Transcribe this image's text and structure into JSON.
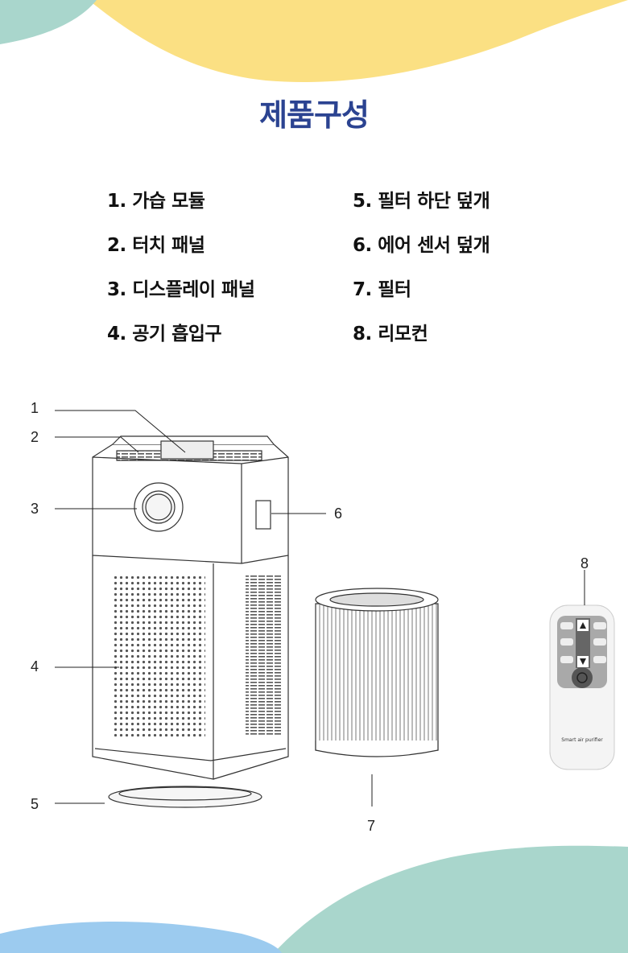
{
  "title": "제품구성",
  "components": [
    {
      "label": "1. 가습 모듈"
    },
    {
      "label": "2. 터치 패널"
    },
    {
      "label": "3. 디스플레이 패널"
    },
    {
      "label": "4. 공기 흡입구"
    },
    {
      "label": "5. 필터 하단 덮개"
    },
    {
      "label": "6. 에어 센서 덮개"
    },
    {
      "label": "7. 필터"
    },
    {
      "label": "8. 리모컨"
    }
  ],
  "callouts": [
    "1",
    "2",
    "3",
    "4",
    "5",
    "6",
    "7",
    "8"
  ],
  "remote_text": "Smart air purifier",
  "colors": {
    "title": "#2b4391",
    "teal": "#a9d6cc",
    "yellow": "#fbe083",
    "blue": "#9ccbef"
  }
}
